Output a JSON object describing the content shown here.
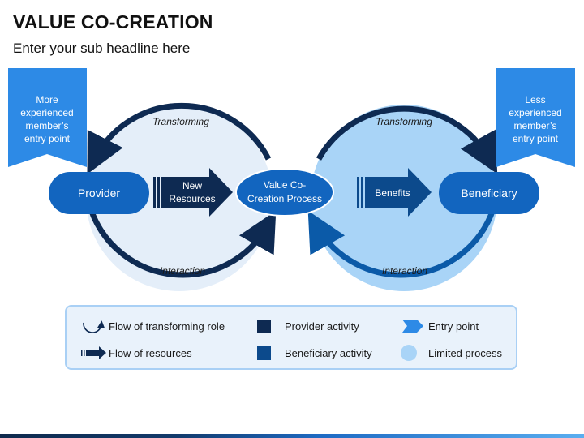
{
  "header": {
    "title": "VALUE CO-CREATION",
    "subtitle": "Enter your sub headline here"
  },
  "entry_points": {
    "left": [
      "More",
      "experienced",
      "member’s",
      "entry point"
    ],
    "right": [
      "Less",
      "experienced",
      "member’s",
      "entry point"
    ]
  },
  "cycles": {
    "left": {
      "top_label": "Transforming",
      "bottom_label": "Interaction"
    },
    "right": {
      "top_label": "Transforming",
      "bottom_label": "Interaction"
    }
  },
  "nodes": {
    "provider": "Provider",
    "beneficiary": "Beneficiary",
    "process": [
      "Value Co-",
      "Creation Process"
    ]
  },
  "flows": {
    "new_resources": [
      "New",
      "Resources"
    ],
    "benefits": "Benefits"
  },
  "legend": {
    "flow_transforming": "Flow of transforming role",
    "flow_resources": "Flow of resources",
    "provider_activity": "Provider activity",
    "beneficiary_activity": "Beneficiary activity",
    "entry_point": "Entry point",
    "limited_process": "Limited process"
  },
  "colors": {
    "navy": "#0e2a52",
    "dark_blue": "#0c4a8c",
    "mid_blue": "#0b5fb3",
    "node_blue": "#1265bf",
    "entry_blue": "#2d8ae6",
    "left_circle_fill": "#e4eef9",
    "right_circle_fill": "#a9d4f7"
  }
}
